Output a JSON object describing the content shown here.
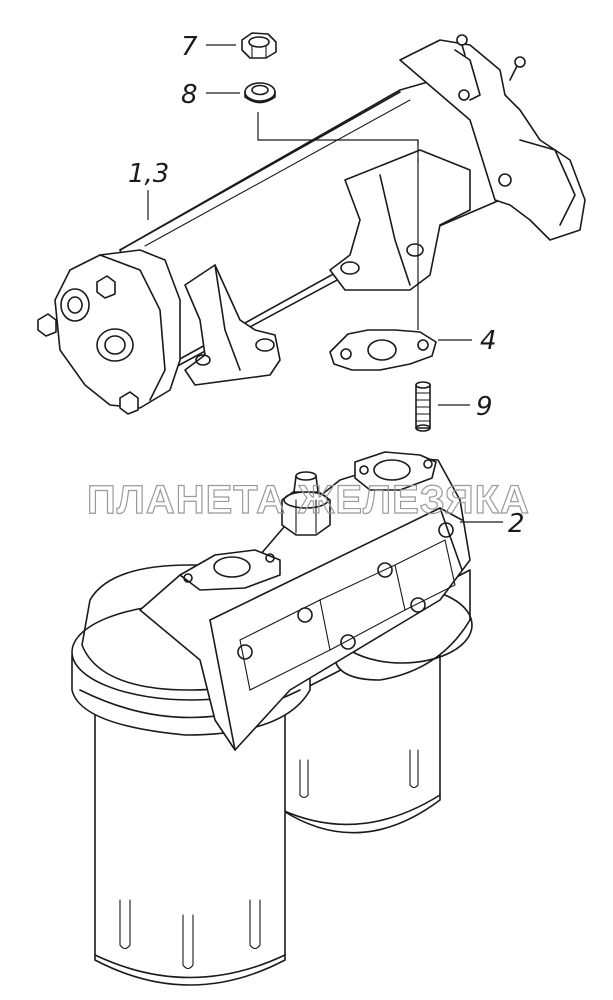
{
  "callouts": {
    "c7": "7",
    "c8": "8",
    "c13": "1,3",
    "c4": "4",
    "c9": "9",
    "c2": "2"
  },
  "watermark": "ПЛАНЕТА ЖЕЛЕЗЯКА"
}
